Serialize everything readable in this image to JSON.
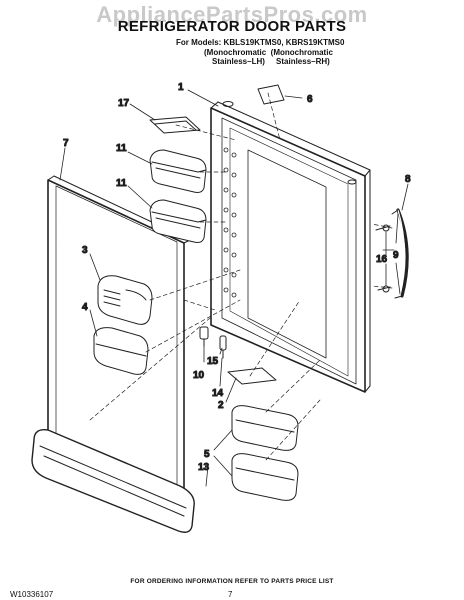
{
  "watermark": "AppliancePartsPros.com",
  "title": "REFRIGERATOR DOOR PARTS",
  "models": {
    "line1": "For Models: KBLS19KTMS0, KBRS19KTMS0",
    "line2": "(Monochromatic  (Monochromatic",
    "line3": "Stainless–LH)     Stainless–RH)"
  },
  "callouts": {
    "c1": "1",
    "c2": "2",
    "c3": "3",
    "c4": "4",
    "c5": "5",
    "c6": "6",
    "c7": "7",
    "c8": "8",
    "c9": "9",
    "c10": "10",
    "c11a": "11",
    "c11b": "11",
    "c13": "13",
    "c14": "14",
    "c15": "15",
    "c16": "16",
    "c17": "17"
  },
  "footer": {
    "ordering": "FOR ORDERING INFORMATION REFER TO PARTS PRICE LIST",
    "doc_number": "W10336107",
    "page_number": "7"
  }
}
